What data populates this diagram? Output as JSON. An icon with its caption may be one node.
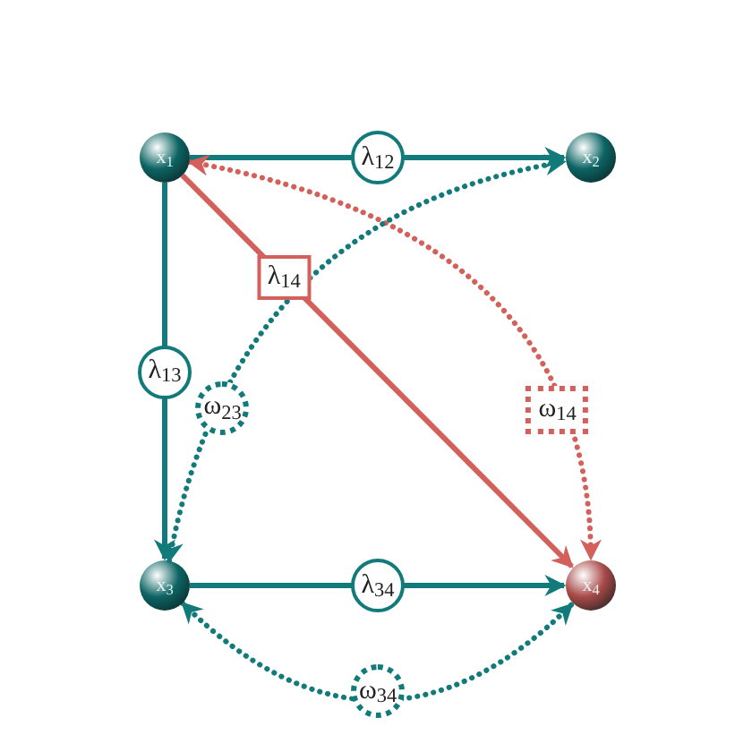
{
  "diagram": {
    "nodes": [
      {
        "text": [
          "x$_{1}$"
        ]
      },
      {
        "text": [
          "x$_{2}$"
        ]
      },
      {
        "text": [
          "x$_{3}$"
        ]
      },
      {
        "text": [
          "x$_{4}$"
        ]
      }
    ],
    "edges": [
      {
        "from": 0,
        "to": 1,
        "arrow": "to",
        "label": "λ$_{12}$"
      },
      {
        "from": 0,
        "to": 2,
        "arrow": "to",
        "label": "λ$_{13}$"
      },
      {
        "from": 0,
        "to": 3,
        "arrow": "to",
        "label": "λ$_{14}$",
        "color": "#d4605c"
      },
      {
        "from": 0,
        "to": 3,
        "arrow": "both",
        "label": "ω$_{14}$",
        "style": "dashed",
        "color": "#d4605c"
      },
      {
        "from": 2,
        "to": 1,
        "arrow": "both",
        "label": "ω$_{23}$",
        "style": "dashed"
      },
      {
        "from": 2,
        "to": 3,
        "arrow": "both",
        "label": "ω$_{34}$",
        "style": "dashed"
      },
      {
        "from": 2,
        "to": 3,
        "arrow": "to",
        "label": "λ$_{34}$"
      }
    ]
  }
}
